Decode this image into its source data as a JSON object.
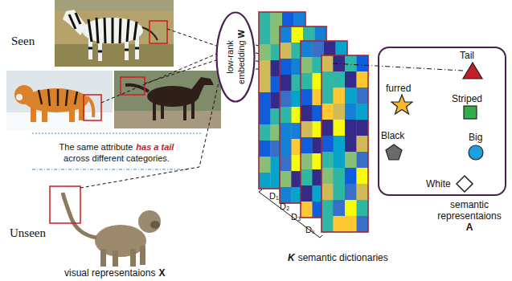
{
  "diagram": {
    "nodes": [
      {
        "text": [
          "low-rank embedding",
          "W"
        ]
      },
      {
        "text": [
          "semantic representaions",
          "A"
        ]
      }
    ],
    "labels": [
      "Seen",
      "The same attribute",
      "has a tail",
      "across different categories.",
      "Unseen",
      "visual representaions",
      "X",
      "D₁",
      "D₂",
      "D₃",
      "Dₖ",
      "K",
      "semantic dictionaries",
      "Tail",
      "furred",
      "Striped",
      "Black",
      "Big",
      "White"
    ]
  }
}
